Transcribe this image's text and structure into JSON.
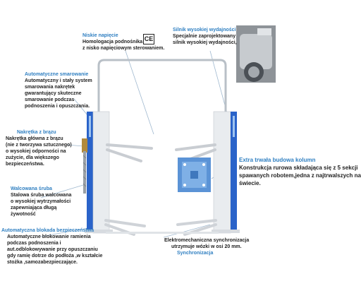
{
  "callouts": {
    "low_voltage": {
      "title": "Niskie napięcie",
      "lines": [
        "Homologacja  podnośnika",
        "z nisko napięciowym sterowaniem."
      ],
      "ce_mark": "CE"
    },
    "motor": {
      "title": "Silnik wysokiej wydajności",
      "lines": [
        "Specjalnie zaprojektowany",
        "silnik wysokiej wydajności,"
      ]
    },
    "lubrication": {
      "title": "Automatyczne smarowanie",
      "lines": [
        "Automatyczny i stały system",
        "smarowania nakrętek",
        "gwarantujący skuteczne",
        "smarowanie podczas",
        "podnoszenia i opuszczania."
      ]
    },
    "brass_nut": {
      "title": "Nakrętka z brązu",
      "lines": [
        "Nakrętka główna z brązu",
        "(nie z tworzywa sztucznego)",
        "o wysokiej odporności na",
        "zużycie, dla większego",
        "bezpieczeństwa."
      ]
    },
    "screw": {
      "title": "Walcowana śruba",
      "lines": [
        "Stalowa śruba walcowana",
        "o wysokiej wytrzymałości",
        "zapewniająca długą",
        "żywotność"
      ]
    },
    "arm_lock": {
      "title": "Automatyczna blokada bezpieczeństwa",
      "lines": [
        "Automatyczne blokowanie ramienia",
        "podczas podnoszenia i",
        "aut.odblokowywanie przy opuszczaniu",
        "gdy ramię dotrze do podłoża ,w kształcie",
        "stożka ,samozabezpieczające."
      ]
    },
    "column": {
      "title": "Extra trwała budowa kolumn",
      "lines": [
        "Konstrukcja rurowa składająca się z 5 sekcji",
        "spawanych robotem,jedna z najtrwalszych na",
        "świecie."
      ]
    },
    "sync": {
      "lines": [
        "Elektromechaniczna synchronizacja",
        "utrzymuje wózki w osi 20 mm."
      ],
      "title": "Synchronizacja"
    }
  },
  "colors": {
    "accent_title": "#2f7fc1",
    "column_blue": "#2a63c9",
    "column_white": "#e9ecef",
    "base_plate_blue": "#5b93d6",
    "leader_line": "#9fb8cf"
  }
}
